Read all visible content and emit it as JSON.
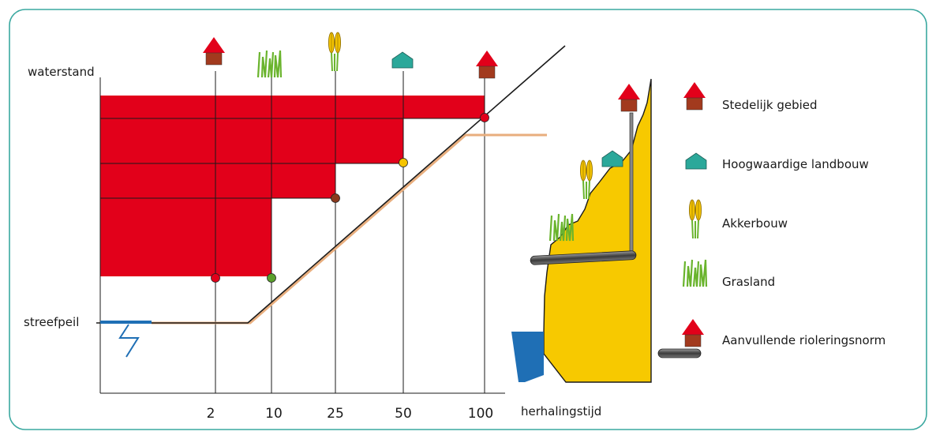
{
  "axes": {
    "y_label": "waterstand",
    "x_label": "herhalingstijd",
    "baseline_label": "streefpeil",
    "x_ticks": [
      "2",
      "10",
      "25",
      "50",
      "100"
    ]
  },
  "legend": [
    {
      "label": "Stedelijk gebied",
      "icon": "house-icon"
    },
    {
      "label": "Hoogwaardige landbouw",
      "icon": "barn-icon"
    },
    {
      "label": "Akkerbouw",
      "icon": "grain-icon"
    },
    {
      "label": "Grasland",
      "icon": "grass-icon"
    },
    {
      "label": "Aanvullende rioleringsnorm",
      "icon": "house-sewer-icon"
    }
  ],
  "chart_data": {
    "type": "step-area",
    "return_periods": [
      "2",
      "10",
      "25",
      "50",
      "100"
    ],
    "norm_points": [
      {
        "return_period": "10",
        "land_use": "Grasland",
        "color": "#5aa02c"
      },
      {
        "return_period": "2",
        "land_use": "Stedelijk gebied",
        "color": "#e2001a"
      },
      {
        "return_period": "25",
        "land_use": "Akkerbouw",
        "color": "#8b3a1e"
      },
      {
        "return_period": "50",
        "land_use": "Hoogwaardige landbouw",
        "color": "#f5c400"
      },
      {
        "return_period": "100",
        "land_use": "Aanvullende rioleringsnorm",
        "color": "#e2001a"
      }
    ]
  },
  "colors": {
    "frame": "#3aa8a0",
    "area": "#e2001a",
    "line": "#1a1a1a",
    "tan_line": "#e8ae7e",
    "water": "#1f6fb5",
    "terrain": "#f7c900",
    "house_roof": "#e2001a",
    "house_wall": "#a23a1e",
    "barn": "#2ba89a",
    "grain": "#f2c200",
    "grass": "#6ab42d",
    "pipe": "#555555"
  }
}
